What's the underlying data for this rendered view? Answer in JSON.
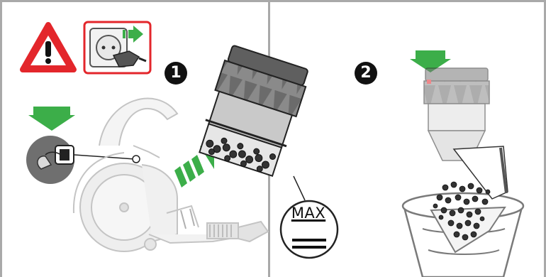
{
  "steps": {
    "step1": {
      "number": "1"
    },
    "step2": {
      "number": "2"
    }
  },
  "max_indicator": {
    "label": "MAX"
  },
  "icons": {
    "warning": "warning-triangle-icon",
    "unplug": "unplug-from-socket-icon",
    "arrow": "green-arrow-icon"
  },
  "colors": {
    "warning_red": "#e3262b",
    "arrow_green": "#3cae49",
    "machine_grey": "#d9d9d9",
    "bin_grey": "#7a7a7a",
    "frame_grey": "#a9a9a9"
  }
}
